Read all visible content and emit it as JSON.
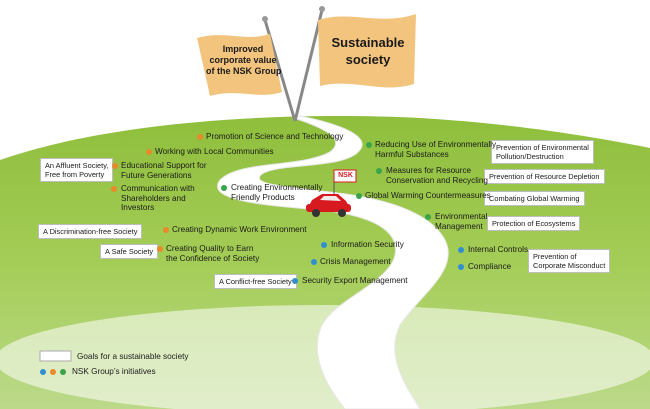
{
  "flags": {
    "left": "Improved\ncorporate value\nof the NSK Group",
    "right": "Sustainable\nsociety"
  },
  "car_flag": "NSK",
  "society_boxes": [
    "An Affluent Society,\nFree from Poverty",
    "A Discrimination-free Society",
    "A Safe Society",
    "A Conflict-free Society",
    "Prevention of Environmental\nPollution/Destruction",
    "Prevention of Resource Depletion",
    "Combating Global Warming",
    "Protection of Ecosystems",
    "Prevention of\nCorporate Misconduct"
  ],
  "initiatives": [
    {
      "label": "Promotion of Science and Technology",
      "category": "orange"
    },
    {
      "label": "Working with Local Communities",
      "category": "orange"
    },
    {
      "label": "Educational Support for\nFuture Generations",
      "category": "orange"
    },
    {
      "label": "Communication with\nShareholders and\nInvestors",
      "category": "orange"
    },
    {
      "label": "Creating Dynamic Work Environment",
      "category": "orange"
    },
    {
      "label": "Creating Quality to Earn\nthe Confidence of Society",
      "category": "orange"
    },
    {
      "label": "Creating Environmentally\nFriendly Products",
      "category": "green"
    },
    {
      "label": "Reducing Use of Environmentally\nHarmful Substances",
      "category": "green"
    },
    {
      "label": "Measures for Resource\nConservation and Recycling",
      "category": "green"
    },
    {
      "label": "Global Warming Countermeasures",
      "category": "green"
    },
    {
      "label": "Environmental\nManagement",
      "category": "green"
    },
    {
      "label": "Information Security",
      "category": "blue"
    },
    {
      "label": "Crisis Management",
      "category": "blue"
    },
    {
      "label": "Security Export Management",
      "category": "blue"
    },
    {
      "label": "Internal Controls",
      "category": "blue"
    },
    {
      "label": "Compliance",
      "category": "blue"
    }
  ],
  "legend": {
    "box_label": "Goals for a sustainable society",
    "dots_label": "NSK Group’s initiatives"
  },
  "colors": {
    "orange": "#e8892a",
    "green": "#3aa449",
    "blue": "#2f8fd0",
    "grass": "#98c447",
    "grass_dark": "#7aab2a",
    "flag": "#f3c47e",
    "road": "#ffffff",
    "car": "#d71a20"
  }
}
